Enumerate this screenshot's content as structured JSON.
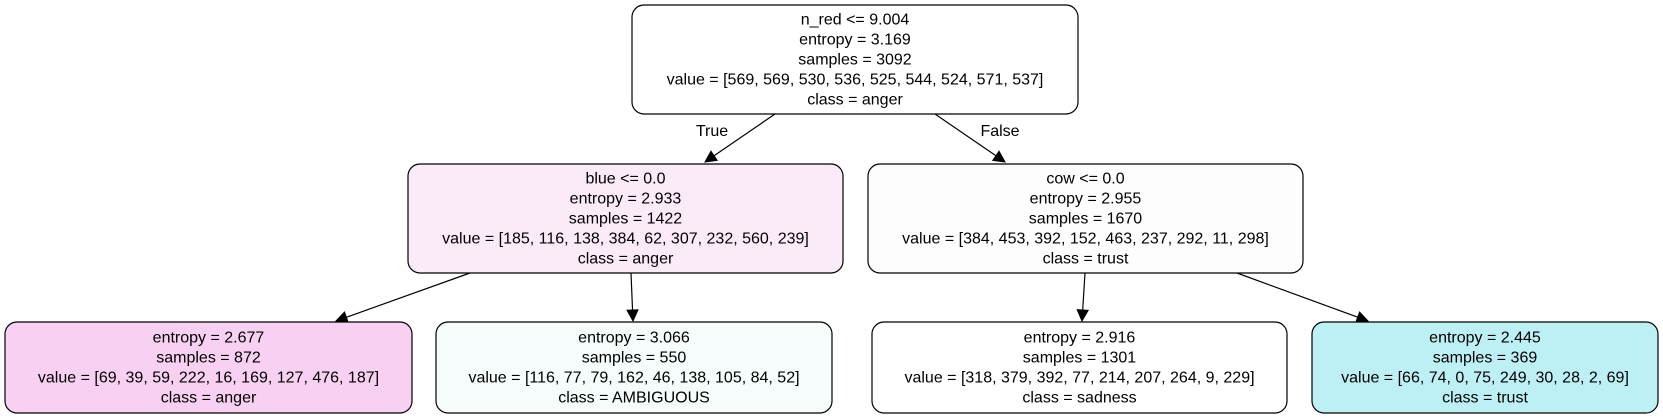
{
  "tree": {
    "nodes": [
      {
        "id": "root",
        "split": "n_red <= 9.004",
        "entropy": "entropy = 3.169",
        "samples": "samples = 3092",
        "value": "value = [569, 569, 530, 536, 525, 544, 524, 571, 537]",
        "class": "class = anger",
        "fill": "#ffffff"
      },
      {
        "id": "left",
        "split": "blue <= 0.0",
        "entropy": "entropy = 2.933",
        "samples": "samples = 1422",
        "value": "value = [185, 116, 138, 384, 62, 307, 232, 560, 239]",
        "class": "class = anger",
        "fill": "#fbeaf8"
      },
      {
        "id": "right",
        "split": "cow <= 0.0",
        "entropy": "entropy = 2.955",
        "samples": "samples = 1670",
        "value": "value = [384, 453, 392, 152, 463, 237, 292, 11, 298]",
        "class": "class = trust",
        "fill": "#fdfdfd"
      },
      {
        "id": "ll",
        "split": "",
        "entropy": "entropy = 2.677",
        "samples": "samples = 872",
        "value": "value = [69, 39, 59, 222, 16, 169, 127, 476, 187]",
        "class": "class = anger",
        "fill": "#f8d1f2"
      },
      {
        "id": "lr",
        "split": "",
        "entropy": "entropy = 3.066",
        "samples": "samples = 550",
        "value": "value = [116, 77, 79, 162, 46, 138, 105, 84, 52]",
        "class": "class = AMBIGUOUS",
        "fill": "#f6fcfb"
      },
      {
        "id": "rl",
        "split": "",
        "entropy": "entropy = 2.916",
        "samples": "samples = 1301",
        "value": "value = [318, 379, 392, 77, 214, 207, 264, 9, 229]",
        "class": "class = sadness",
        "fill": "#ffffff"
      },
      {
        "id": "rr",
        "split": "",
        "entropy": "entropy = 2.445",
        "samples": "samples = 369",
        "value": "value = [66, 74, 0, 75, 249, 30, 28, 2, 69]",
        "class": "class = trust",
        "fill": "#bdf0f4"
      }
    ],
    "edges": [
      {
        "from": "root",
        "to": "left",
        "label": "True"
      },
      {
        "from": "root",
        "to": "right",
        "label": "False"
      },
      {
        "from": "left",
        "to": "ll",
        "label": ""
      },
      {
        "from": "left",
        "to": "lr",
        "label": ""
      },
      {
        "from": "right",
        "to": "rl",
        "label": ""
      },
      {
        "from": "right",
        "to": "rr",
        "label": ""
      }
    ]
  }
}
